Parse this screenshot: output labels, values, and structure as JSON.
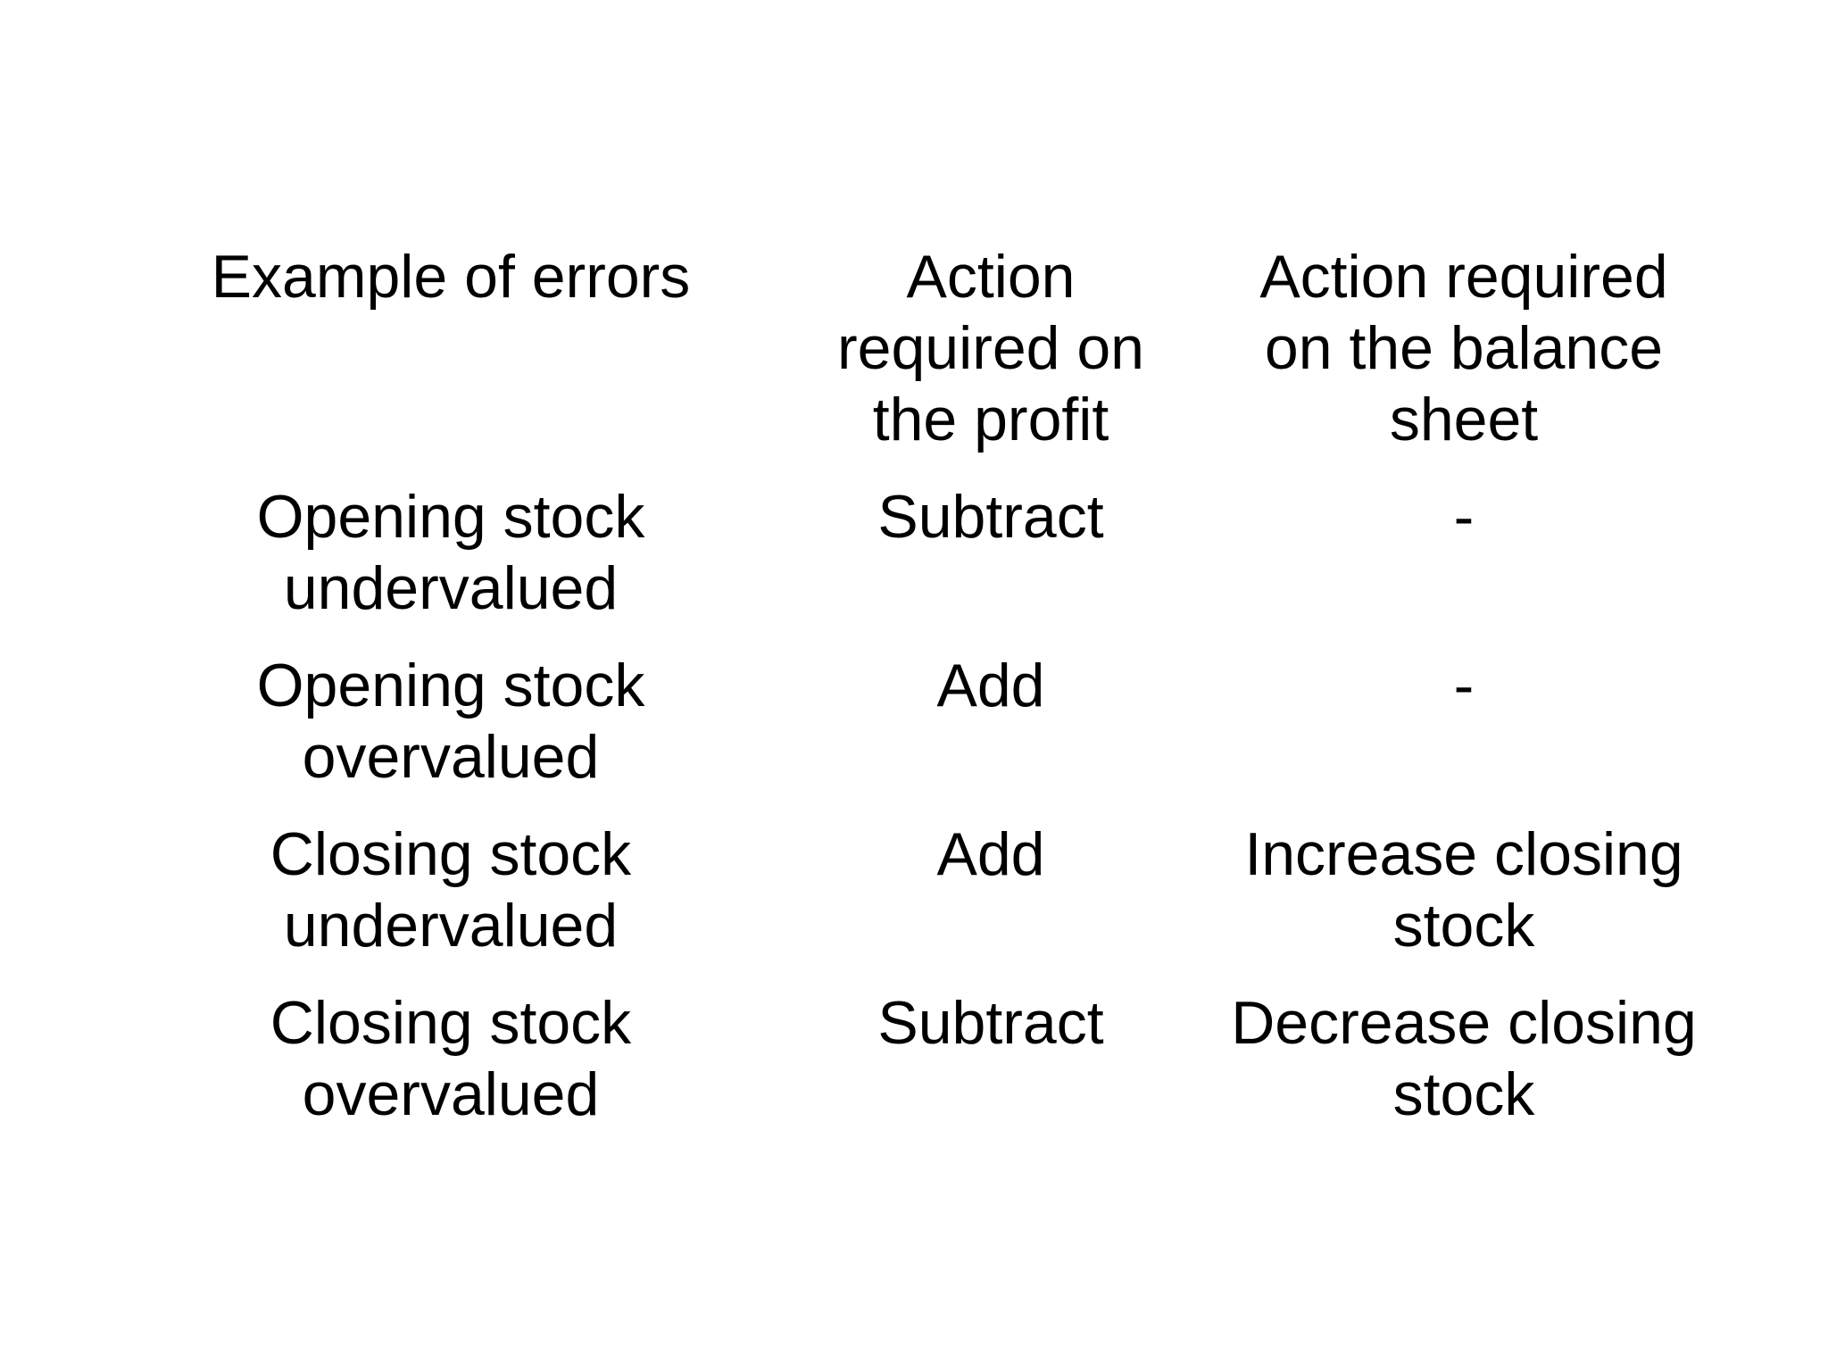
{
  "background_color": "#ffffff",
  "text_color": "#000000",
  "table": {
    "headers": [
      "Example of errors",
      "Action\nrequired on\nthe profit",
      "Action required\non the balance\nsheet"
    ],
    "rows": [
      {
        "error": "Opening stock\nundervalued",
        "profit_action": "Subtract",
        "balance_sheet_action": "-"
      },
      {
        "error": "Opening stock\novervalued",
        "profit_action": "Add",
        "balance_sheet_action": "-"
      },
      {
        "error": "Closing stock\nundervalued",
        "profit_action": "Add",
        "balance_sheet_action": "Increase closing\nstock"
      },
      {
        "error": "Closing stock\novervalued",
        "profit_action": "Subtract",
        "balance_sheet_action": "Decrease closing\nstock"
      }
    ]
  }
}
